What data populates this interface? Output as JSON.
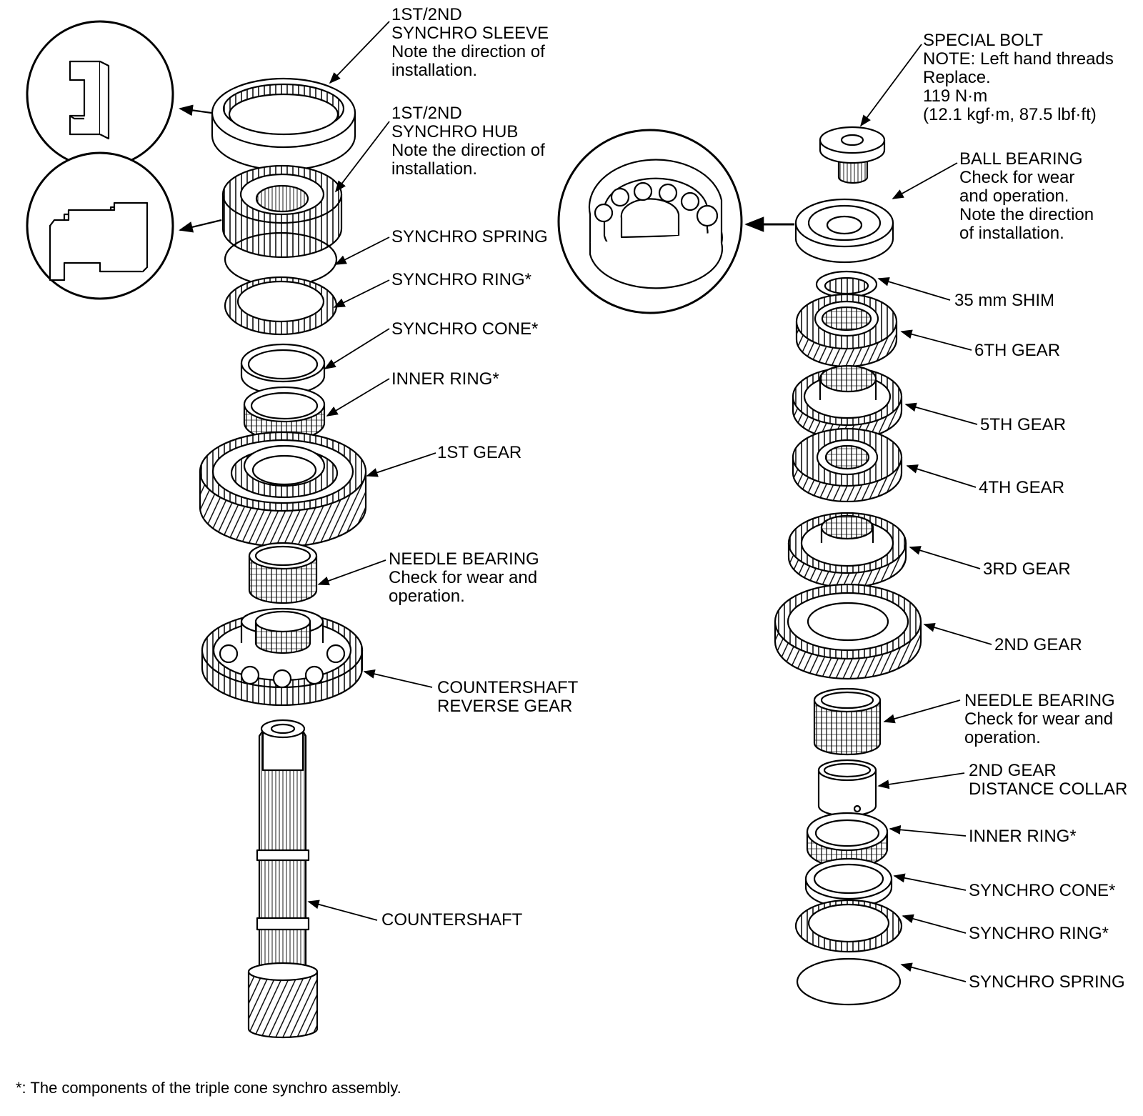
{
  "left_shaft": {
    "synchro_sleeve": [
      "1ST/2ND",
      "SYNCHRO SLEEVE",
      "Note the direction of",
      "installation."
    ],
    "synchro_hub": [
      "1ST/2ND",
      "SYNCHRO HUB",
      "Note the direction of",
      "installation."
    ],
    "synchro_spring": "SYNCHRO SPRING",
    "synchro_ring": "SYNCHRO RING*",
    "synchro_cone": "SYNCHRO CONE*",
    "inner_ring": "INNER RING*",
    "first_gear": "1ST GEAR",
    "needle_bearing": [
      "NEEDLE BEARING",
      "Check for wear and",
      "operation."
    ],
    "reverse_gear": [
      "COUNTERSHAFT",
      "REVERSE GEAR"
    ],
    "countershaft": "COUNTERSHAFT"
  },
  "right_shaft": {
    "special_bolt": [
      "SPECIAL BOLT",
      "NOTE: Left hand threads",
      "Replace.",
      "119 N·m",
      "(12.1 kgf·m, 87.5 lbf·ft)"
    ],
    "ball_bearing": [
      "BALL BEARING",
      "Check for wear",
      "and operation.",
      "Note the direction",
      "of installation."
    ],
    "shim": "35 mm SHIM",
    "sixth_gear": "6TH GEAR",
    "fifth_gear": "5TH GEAR",
    "fourth_gear": "4TH GEAR",
    "third_gear": "3RD GEAR",
    "second_gear": "2ND GEAR",
    "needle_bearing": [
      "NEEDLE BEARING",
      "Check for wear and",
      "operation."
    ],
    "distance_collar": [
      "2ND GEAR",
      "DISTANCE COLLAR"
    ],
    "inner_ring": "INNER RING*",
    "synchro_cone": "SYNCHRO CONE*",
    "synchro_ring": "SYNCHRO RING*",
    "synchro_spring": "SYNCHRO SPRING"
  },
  "footnote": "*: The components of the triple cone synchro assembly."
}
